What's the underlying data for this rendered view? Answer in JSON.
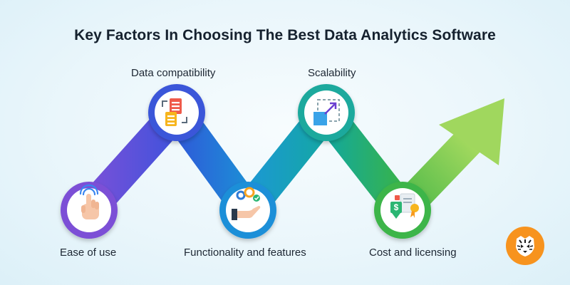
{
  "title": "Key Factors In Choosing The Best Data Analytics Software",
  "steps": [
    {
      "label": "Ease of use",
      "icon": "hand-tap-icon",
      "color": "#7b4fd6"
    },
    {
      "label": "Data compatibility",
      "icon": "document-exchange-icon",
      "color": "#3a56d9"
    },
    {
      "label": "Functionality and features",
      "icon": "hand-gears-icon",
      "color": "#1e8fd8"
    },
    {
      "label": "Scalability",
      "icon": "scale-expand-icon",
      "color": "#1aa99d"
    },
    {
      "label": "Cost and licensing",
      "icon": "price-certificate-icon",
      "color": "#3cb54a"
    }
  ],
  "arrow_color": "#8ed152",
  "logo_icon": "tiger-logo-icon"
}
